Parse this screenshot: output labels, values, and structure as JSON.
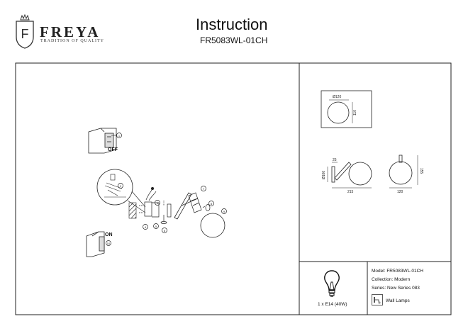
{
  "brand": {
    "name": "FREYA",
    "tagline": "TRADITION OF QUALITY",
    "crest_letter": "F"
  },
  "header": {
    "title": "Instruction",
    "model": "FR5083WL-01CH"
  },
  "installation": {
    "off_label": "OFF",
    "on_label": "ON",
    "step_numbers": [
      "1",
      "2",
      "3",
      "4",
      "5",
      "6",
      "7",
      "8",
      "9",
      "10"
    ]
  },
  "dimensions": {
    "top": {
      "diameter": "Ø120",
      "height": "110"
    },
    "side": {
      "canopy": "25",
      "canopy_diameter": "Ø100",
      "depth": "215"
    },
    "front": {
      "height": "155",
      "width": "120"
    }
  },
  "bulb": {
    "label": "1 x E14 (40W)",
    "icon": "light-bulb-icon"
  },
  "specs": {
    "model": "Model: FR5083WL-01CH",
    "collection": "Collection: Modern",
    "series": "Series: New Series 083",
    "category": "Wall Lamps",
    "category_icon": "wall-lamp-icon"
  }
}
